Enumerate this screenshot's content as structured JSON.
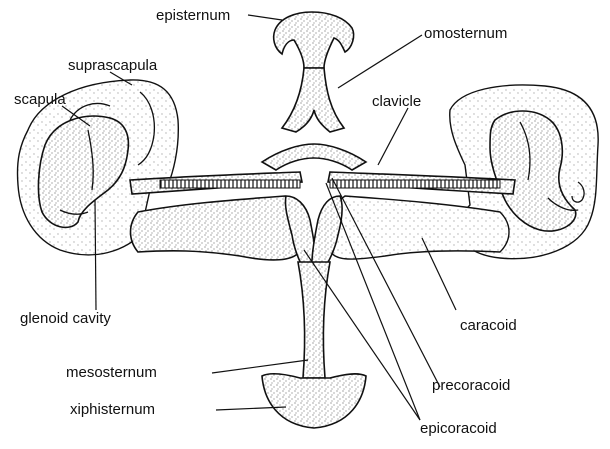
{
  "labels": {
    "episternum": "episternum",
    "omosternum": "omosternum",
    "suprascapula": "suprascapula",
    "scapula": "scapula",
    "clavicle": "clavicle",
    "glenoid_cavity": "glenoid cavity",
    "caracoid": "caracoid",
    "mesosternum": "mesosternum",
    "precoracoid": "precoracoid",
    "xiphisternum": "xiphisternum",
    "epicoracoid": "epicoracoid"
  }
}
